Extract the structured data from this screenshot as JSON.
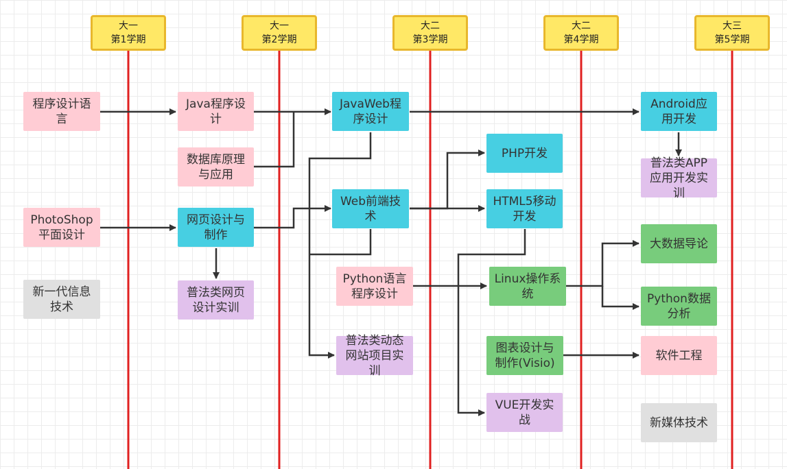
{
  "terms": [
    {
      "year": "大一",
      "semester": "第1学期"
    },
    {
      "year": "大一",
      "semester": "第2学期"
    },
    {
      "year": "大二",
      "semester": "第3学期"
    },
    {
      "year": "大二",
      "semester": "第4学期"
    },
    {
      "year": "大三",
      "semester": "第5学期"
    }
  ],
  "courses": {
    "programming_lang": "程序设计语言",
    "photoshop": "PhotoShop平面设计",
    "new_it": "新一代信息技术",
    "java": "Java程序设计",
    "database": "数据库原理与应用",
    "web_design": "网页设计与制作",
    "web_training": "普法类网页设计实训",
    "javaweb": "JavaWeb程序设计",
    "web_frontend": "Web前端技术",
    "python_lang": "Python语言程序设计",
    "dynamic_site": "普法类动态网站项目实训",
    "php": "PHP开发",
    "html5": "HTML5移动开发",
    "linux": "Linux操作系统",
    "visio": "图表设计与制作(Visio)",
    "vue": "VUE开发实战",
    "android": "Android应用开发",
    "app_training": "普法类APP应用开发实训",
    "big_data": "大数据导论",
    "python_analysis": "Python数据分析",
    "software_eng": "软件工程",
    "new_media": "新媒体技术"
  },
  "colors": {
    "term_fill": "#ffe866",
    "term_border": "#e8b72c",
    "timeline": "#e02020",
    "arrow": "#333333",
    "pink": "#ffccd4",
    "cyan": "#47cfe2",
    "green": "#78cc7c",
    "purple": "#e1c1ec",
    "gray": "#e0e0e0"
  }
}
